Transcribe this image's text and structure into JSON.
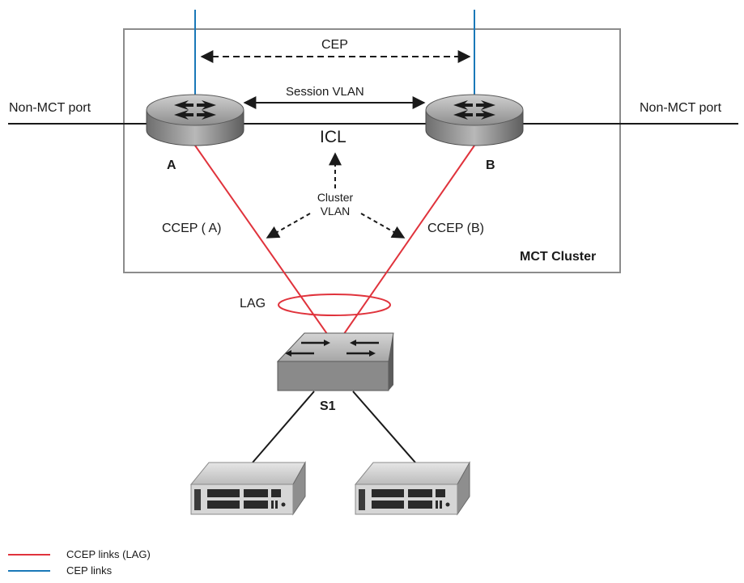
{
  "diagram": {
    "cep_label": "CEP",
    "session_vlan_label": "Session VLAN",
    "non_mct_left": "Non-MCT port",
    "non_mct_right": "Non-MCT port",
    "icl_label": "ICL",
    "router_a_label": "A",
    "router_b_label": "B",
    "cluster_vlan_line1": "Cluster",
    "cluster_vlan_line2": "VLAN",
    "ccep_a_label": "CCEP ( A)",
    "ccep_b_label": "CCEP (B)",
    "mct_cluster_label": "MCT Cluster",
    "lag_label": "LAG",
    "switch_label": "S1"
  },
  "legend": {
    "items": [
      {
        "label": "CCEP links (LAG)",
        "color": "#e0333c"
      },
      {
        "label": "CEP links",
        "color": "#1a78b8"
      }
    ]
  },
  "colors": {
    "ccep_link": "#e0333c",
    "cep_link": "#1a78b8",
    "cluster_box": "#8c8c8c"
  },
  "icons": [
    "router-icon",
    "switch-icon",
    "server-icon"
  ]
}
